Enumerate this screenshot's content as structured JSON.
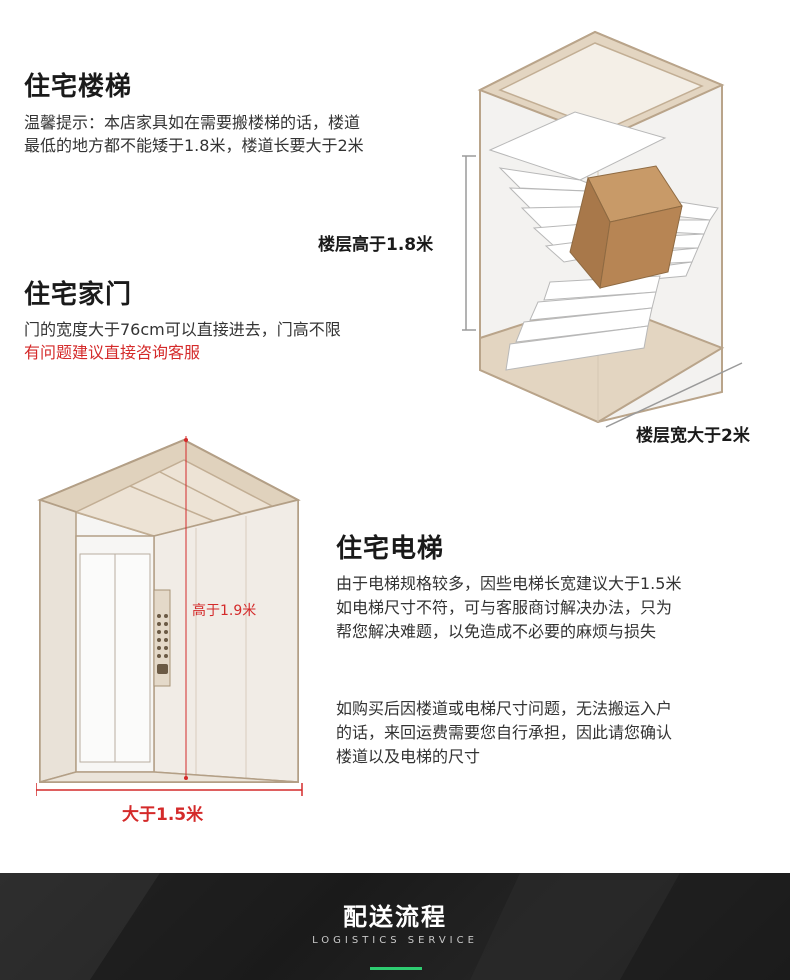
{
  "stairs": {
    "heading": "住宅楼梯",
    "lines": [
      "温馨提示：本店家具如在需要搬楼梯的话，楼道",
      "最低的地方都不能矮于1.8米，楼道长要大于2米"
    ],
    "height_label": "楼层高于1.8米",
    "width_label": "楼层宽大于2米"
  },
  "door": {
    "heading": "住宅家门",
    "line": "门的宽度大于76cm可以直接进去，门高不限",
    "red_line": "有问题建议直接咨询客服"
  },
  "elevator": {
    "heading": "住宅电梯",
    "lines": [
      "由于电梯规格较多，因些电梯长宽建议大于1.5米",
      "如电梯尺寸不符，可与客服商讨解决办法，只为",
      "帮您解决难题，以免造成不必要的麻烦与损失"
    ],
    "note_lines": [
      "如购买后因楼道或电梯尺寸问题，无法搬运入户",
      "的话，来回运费需要您自行承担，因此请您确认",
      "楼道以及电梯的尺寸"
    ],
    "height_label": "高于1.9米",
    "width_label": "大于1.5米"
  },
  "footer": {
    "title": "配送流程",
    "subtitle": "LOGISTICS SERVICE"
  }
}
